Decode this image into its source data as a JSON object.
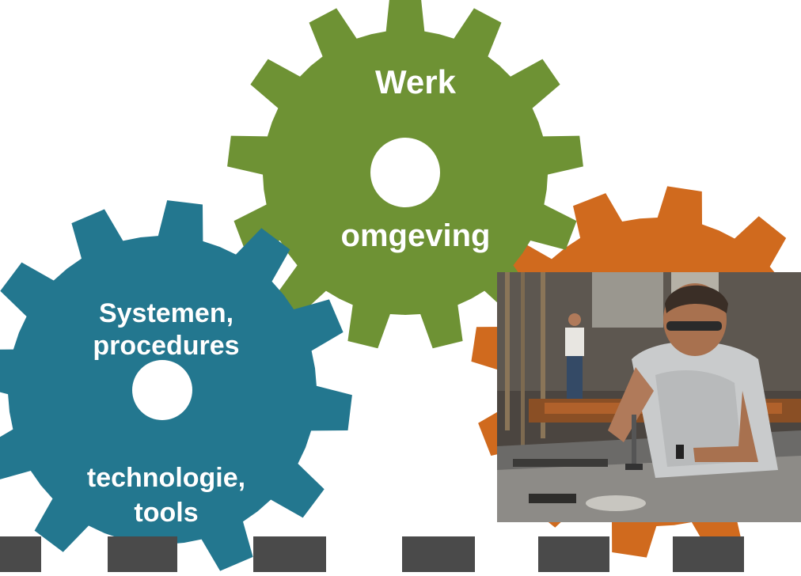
{
  "gears": {
    "work": {
      "label": "Werk",
      "color": "#6e9234"
    },
    "environment": {
      "label": "omgeving"
    },
    "systems": {
      "line1": "Systemen,",
      "line2": "procedures",
      "color": "#23778f"
    },
    "technology": {
      "line1": "technologie,",
      "line2": "tools"
    },
    "people": {
      "color": "#d06a1e"
    }
  },
  "photo": {
    "subject": "worker-at-workbench"
  },
  "track": {
    "color": "#4a4a4a"
  }
}
